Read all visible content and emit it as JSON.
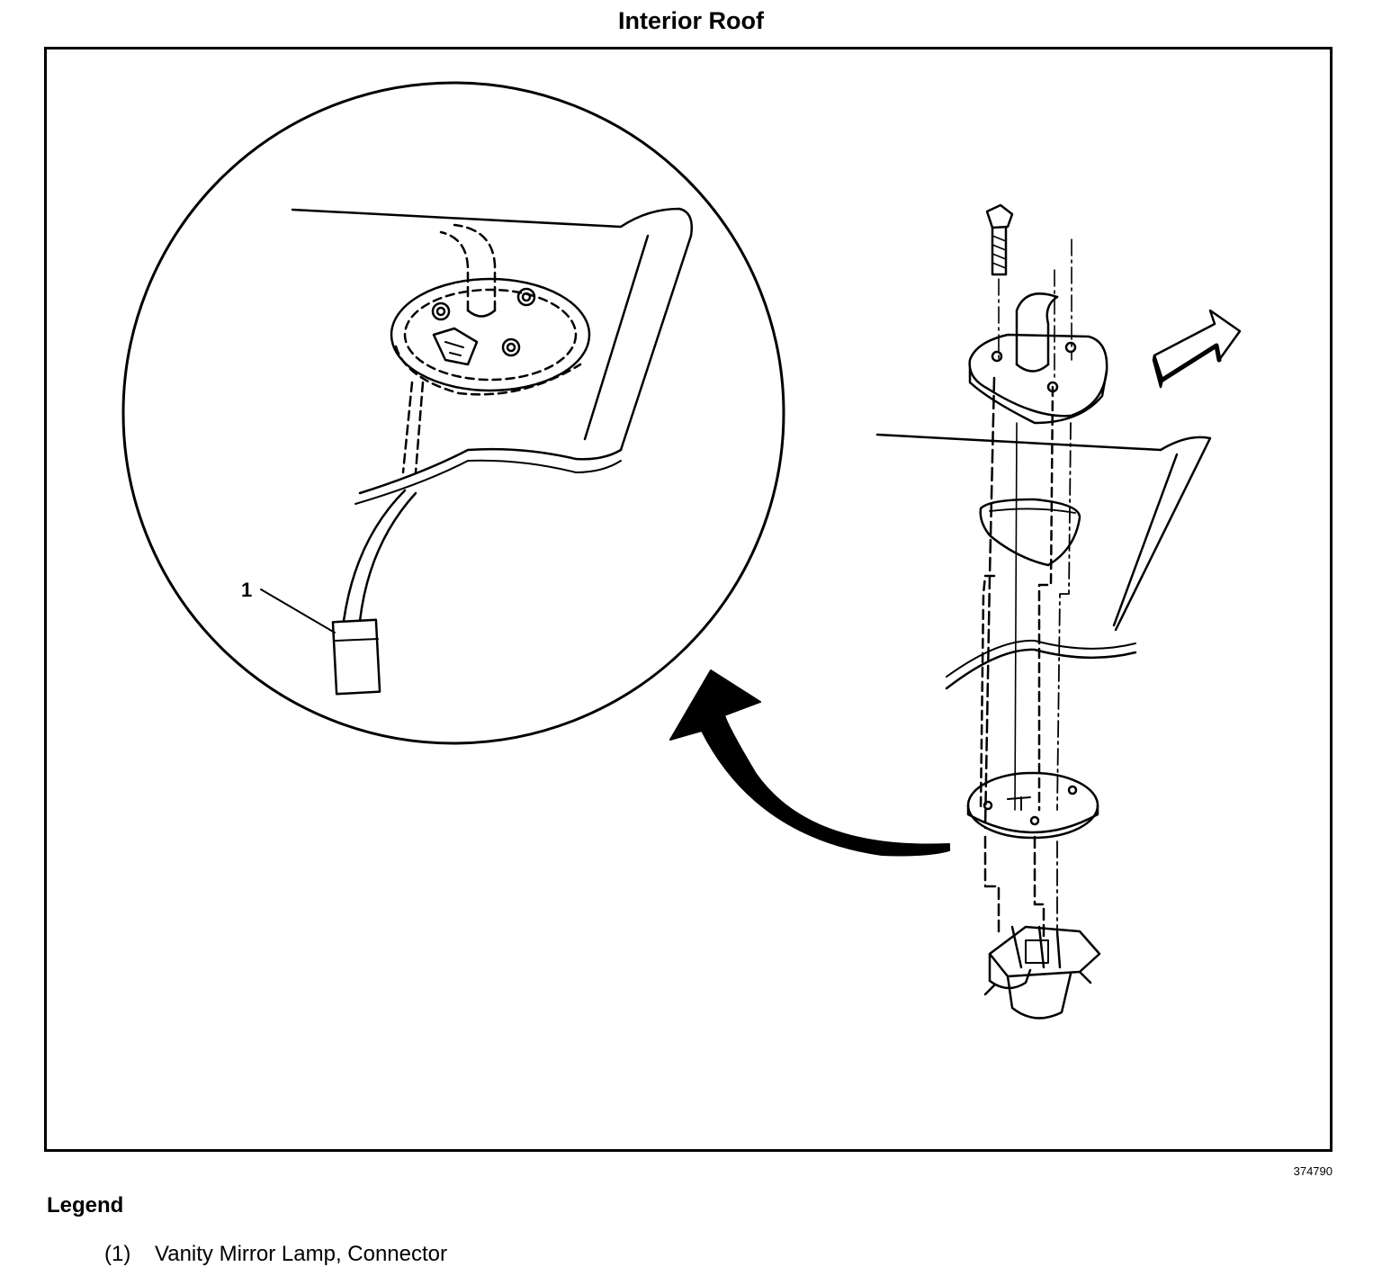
{
  "title": "Interior Roof",
  "figure_number": "374790",
  "callout": "1",
  "legend": {
    "heading": "Legend",
    "items": [
      {
        "number": "(1)",
        "text": "Vanity Mirror Lamp, Connector"
      }
    ]
  },
  "icons": [
    "detail-magnifier-circle",
    "curved-arrow-icon",
    "direction-arrow-icon",
    "bolt-icon"
  ]
}
